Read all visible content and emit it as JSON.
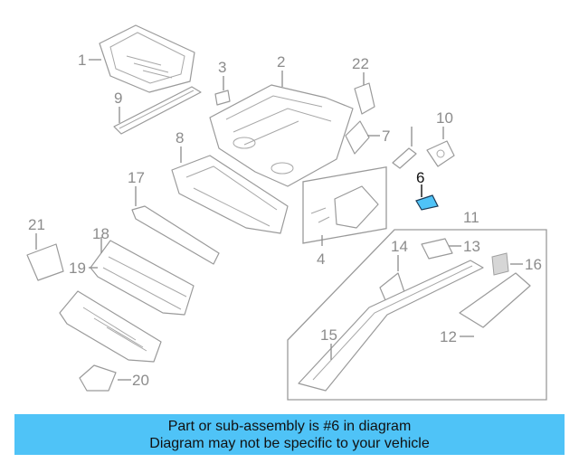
{
  "callouts": {
    "c1": "1",
    "c2": "2",
    "c3": "3",
    "c4": "4",
    "c6": "6",
    "c7": "7",
    "c8": "8",
    "c9": "9",
    "c10": "10",
    "c11": "11",
    "c12": "12",
    "c13": "13",
    "c14": "14",
    "c15": "15",
    "c16": "16",
    "c17": "17",
    "c18": "18",
    "c19": "19",
    "c20": "20",
    "c21": "21",
    "c22": "22"
  },
  "highlight": {
    "part_number": "6",
    "color": "#4fc3f7"
  },
  "banner": {
    "line1": "Part or sub-assembly is #6 in diagram",
    "line2": "Diagram may not be specific to your vehicle",
    "color": "#4fc3f7"
  }
}
